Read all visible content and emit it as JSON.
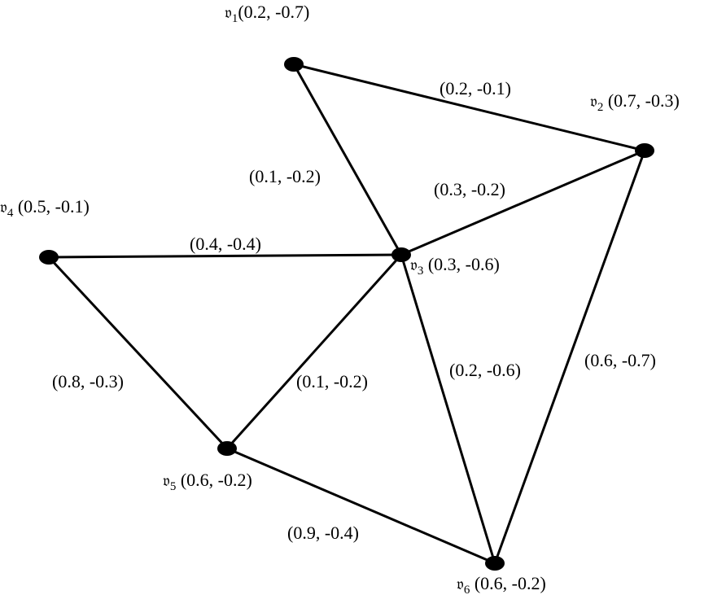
{
  "graph": {
    "vertices": [
      {
        "id": "v1",
        "symbol": "𝔳",
        "index": "1",
        "value": "(0.2, -0.7)"
      },
      {
        "id": "v2",
        "symbol": "𝔳",
        "index": "2",
        "value": " (0.7, -0.3)"
      },
      {
        "id": "v3",
        "symbol": "𝔳",
        "index": "3",
        "value": " (0.3, -0.6)"
      },
      {
        "id": "v4",
        "symbol": "𝔳",
        "index": "4",
        "value": " (0.5, -0.1)"
      },
      {
        "id": "v5",
        "symbol": "𝔳",
        "index": "5",
        "value": " (0.6, -0.2)"
      },
      {
        "id": "v6",
        "symbol": "𝔳",
        "index": "6",
        "value": " (0.6, -0.2)"
      }
    ],
    "edges": [
      {
        "from": "v1",
        "to": "v2",
        "label": "(0.2, -0.1)"
      },
      {
        "from": "v1",
        "to": "v3",
        "label": "(0.1, -0.2)"
      },
      {
        "from": "v2",
        "to": "v3",
        "label": "(0.3, -0.2)"
      },
      {
        "from": "v4",
        "to": "v3",
        "label": "(0.4, -0.4)"
      },
      {
        "from": "v4",
        "to": "v5",
        "label": "(0.8, -0.3)"
      },
      {
        "from": "v5",
        "to": "v3",
        "label": "(0.1, -0.2)"
      },
      {
        "from": "v3",
        "to": "v6",
        "label": "(0.2, -0.6)"
      },
      {
        "from": "v2",
        "to": "v6",
        "label": "(0.6, -0.7)"
      },
      {
        "from": "v5",
        "to": "v6",
        "label": "(0.9, -0.4)"
      }
    ]
  }
}
